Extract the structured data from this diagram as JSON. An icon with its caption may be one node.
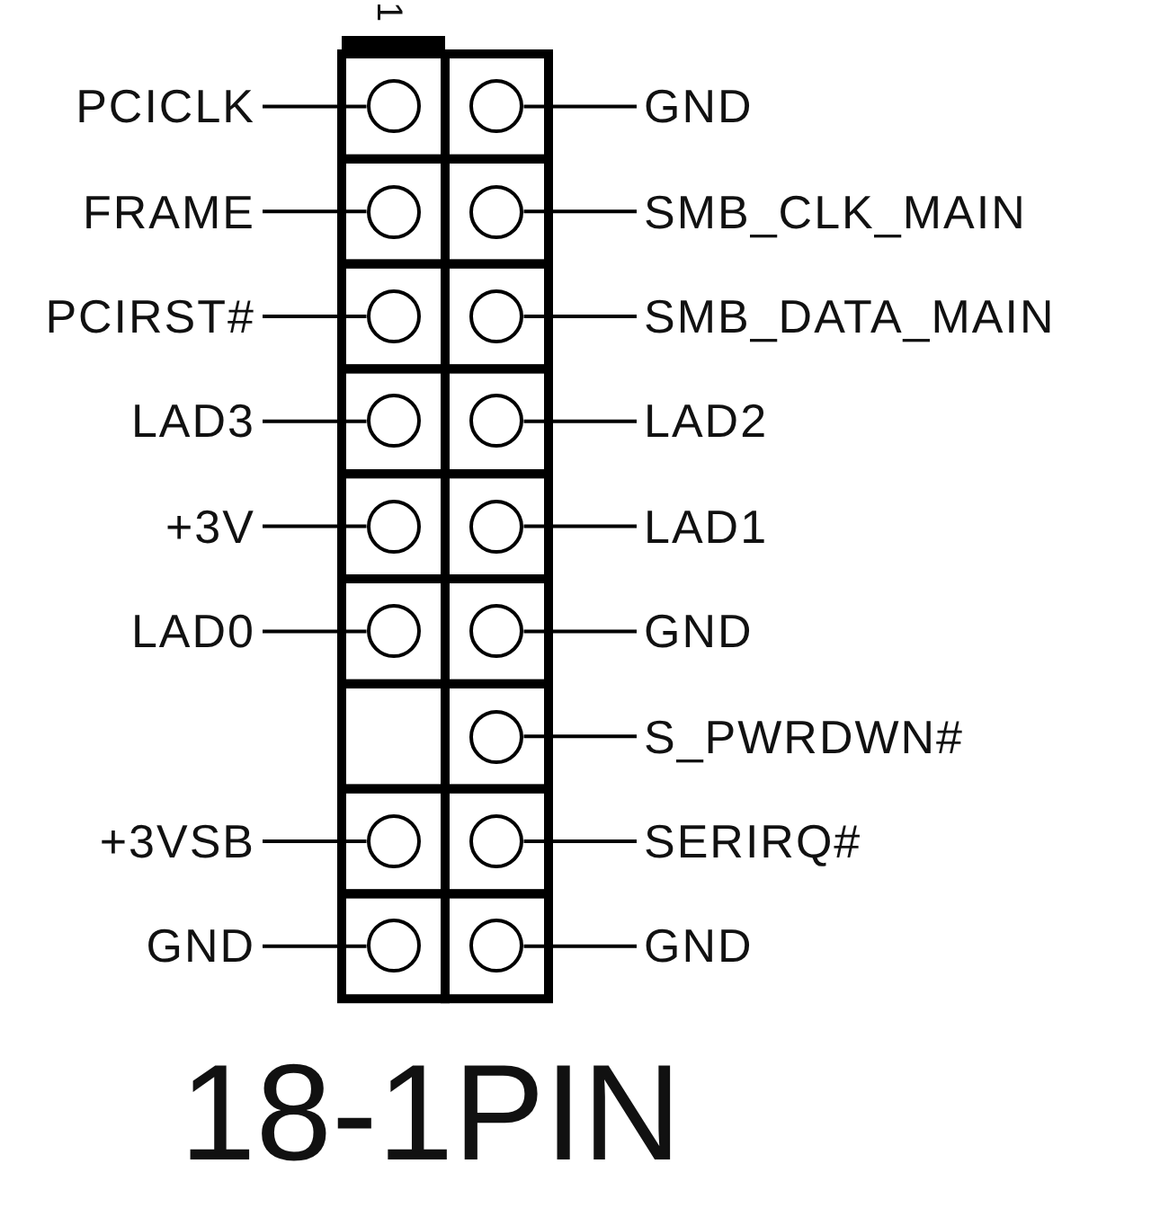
{
  "diagram": {
    "caption": "18-1PIN",
    "nodes": [
      {
        "text": [
          "PCICLK"
        ]
      },
      {
        "text": [],
        "shape": "circle"
      },
      {
        "text": [],
        "shape": "circle"
      },
      {
        "text": [
          "GND"
        ]
      },
      {
        "text": [
          "FRAME"
        ]
      },
      {
        "text": [],
        "shape": "circle"
      },
      {
        "text": [],
        "shape": "circle"
      },
      {
        "text": [
          "SMB_CLK_MAIN"
        ]
      },
      {
        "text": [
          "PCIRST#"
        ]
      },
      {
        "text": [],
        "shape": "circle"
      },
      {
        "text": [],
        "shape": "circle"
      },
      {
        "text": [
          "SMB_DATA_MAIN"
        ]
      },
      {
        "text": [
          "LAD3"
        ]
      },
      {
        "text": [],
        "shape": "circle"
      },
      {
        "text": [],
        "shape": "circle"
      },
      {
        "text": [
          "LAD2"
        ]
      },
      {
        "text": [
          "+3V"
        ]
      },
      {
        "text": [],
        "shape": "circle"
      },
      {
        "text": [],
        "shape": "circle"
      },
      {
        "text": [
          "LAD1"
        ]
      },
      {
        "text": [
          "LAD0"
        ]
      },
      {
        "text": [],
        "shape": "circle"
      },
      {
        "text": [],
        "shape": "circle"
      },
      {
        "text": [
          "GND"
        ]
      },
      {
        "text": [],
        "shape": "circle"
      },
      {
        "text": [
          "S_PWRDWN#"
        ]
      },
      {
        "text": [
          "+3VSB"
        ]
      },
      {
        "text": [],
        "shape": "circle"
      },
      {
        "text": [],
        "shape": "circle"
      },
      {
        "text": [
          "SERIRQ#"
        ]
      },
      {
        "text": [
          "GND"
        ]
      },
      {
        "text": [],
        "shape": "circle"
      },
      {
        "text": [],
        "shape": "circle"
      },
      {
        "text": [
          "GND"
        ]
      }
    ],
    "edges": [
      {
        "from": 0,
        "to": 1,
        "arrow": "none"
      },
      {
        "from": 3,
        "to": 2,
        "arrow": "none"
      },
      {
        "from": 4,
        "to": 5,
        "arrow": "none"
      },
      {
        "from": 7,
        "to": 6,
        "arrow": "none"
      },
      {
        "from": 8,
        "to": 9,
        "arrow": "none"
      },
      {
        "from": 11,
        "to": 10,
        "arrow": "none"
      },
      {
        "from": 12,
        "to": 13,
        "arrow": "none"
      },
      {
        "from": 15,
        "to": 14,
        "arrow": "none"
      },
      {
        "from": 16,
        "to": 17,
        "arrow": "none"
      },
      {
        "from": 19,
        "to": 18,
        "arrow": "none"
      },
      {
        "from": 20,
        "to": 21,
        "arrow": "none"
      },
      {
        "from": 23,
        "to": 22,
        "arrow": "none"
      },
      {
        "from": 25,
        "to": 24,
        "arrow": "none"
      },
      {
        "from": 26,
        "to": 27,
        "arrow": "none"
      },
      {
        "from": 29,
        "to": 28,
        "arrow": "none"
      },
      {
        "from": 30,
        "to": 31,
        "arrow": "none"
      },
      {
        "from": 33,
        "to": 32,
        "arrow": "none"
      }
    ],
    "labels": [
      "1"
    ]
  }
}
